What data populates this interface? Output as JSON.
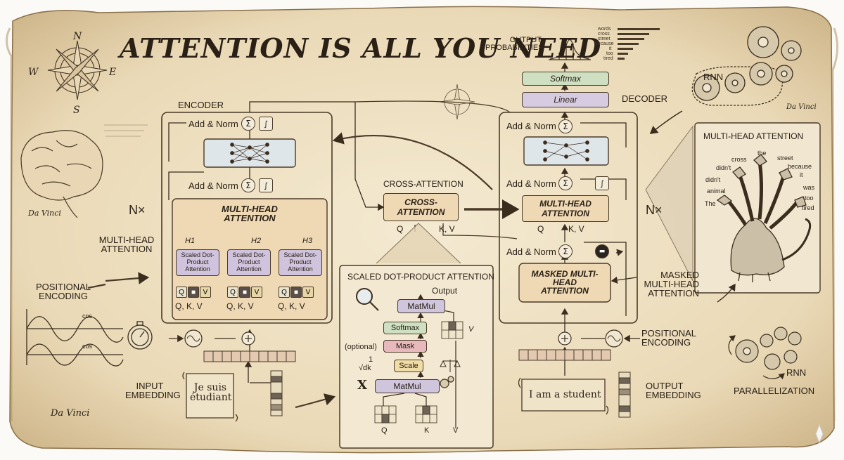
{
  "title": "ATTENTION IS ALL YOU NEED",
  "compass": {
    "n": "N",
    "s": "S",
    "e": "E",
    "w": "W"
  },
  "signatures": {
    "brain": "Da Vinci",
    "bottom_left": "Da Vinci",
    "top_right": "Da Vinci"
  },
  "encoder": {
    "label": "ENCODER",
    "add_norm_top": "Add & Norm",
    "add_norm_mid": "Add & Norm",
    "mha": "MULTI-HEAD ATTENTION",
    "nx": "N×",
    "heads": [
      "H1",
      "H2",
      "H3"
    ],
    "sdpa_label": "Scaled Dot-Product Attention",
    "qkv_caption": "Q,  K,  V",
    "q": "Q",
    "v": "V"
  },
  "left_labels": {
    "mha": "MULTI-HEAD ATTENTION",
    "pos_enc": "POSITIONAL ENCODING",
    "cos": "cos",
    "input_embedding": "INPUT EMBEDDING",
    "input_text": "Je suis étudiant"
  },
  "cross": {
    "heading": "CROSS-ATTENTION",
    "box": "CROSS-ATTENTION",
    "q": "Q",
    "kv": "K, V"
  },
  "sdpa_panel": {
    "heading": "SCALED DOT-PRODUCT ATTENTION",
    "output": "Output",
    "matmul_top": "MatMul",
    "softmax": "Softmax",
    "optional": "(optional)",
    "mask": "Mask",
    "scale_frac": "1",
    "scale_root": "√dk",
    "scale": "Scale",
    "matmul_bottom": "MatMul",
    "x": "X",
    "q": "Q",
    "k": "K",
    "v": "V",
    "v_side": "V"
  },
  "decoder": {
    "label": "DECODER",
    "output_prob": "OUTPUT PROBABILITIES",
    "softmax": "Softmax",
    "linear": "Linear",
    "add_norm_1": "Add & Norm",
    "add_norm_2": "Add & Norm",
    "add_norm_3": "Add & Norm",
    "mha": "MULTI-HEAD ATTENTION",
    "masked": "MASKED MULTI-HEAD ATTENTION",
    "q": "Q",
    "kv": "K, V",
    "nx": "N×",
    "pos_enc": "POSITIONAL ENCODING",
    "masked_label": "MASKED MULTI-HEAD ATTENTION",
    "output_embedding": "OUTPUT EMBEDDING",
    "output_text": "I am a student"
  },
  "prob_words": [
    "words",
    "cross",
    "street",
    "because",
    "it",
    "too",
    "tired"
  ],
  "right_panel": {
    "rnn_top": "RNN",
    "heading": "MULTI-HEAD ATTENTION",
    "words": [
      "cross",
      "the",
      "street",
      "didn't",
      "because",
      "didn't",
      "it",
      "animal",
      "was",
      "too",
      "The",
      "tired"
    ],
    "rnn_bottom": "RNN",
    "parallel": "PARALLELIZATION"
  }
}
